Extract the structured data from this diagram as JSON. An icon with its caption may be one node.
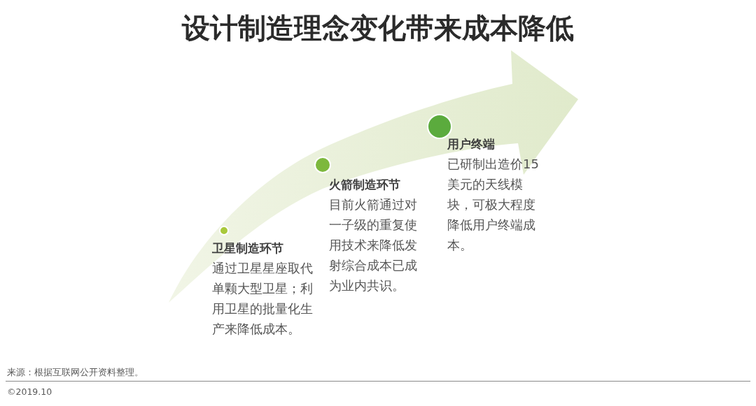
{
  "diagram": {
    "title": "设计制造理念变化带来成本降低",
    "nodes": [
      {
        "text": [],
        "shape": "circle",
        "beside": [
          "卫星制造环节",
          "通过卫星星座取代单颗大型卫星；利用卫星的批量化生产来降低成本。"
        ]
      },
      {
        "text": [],
        "shape": "circle",
        "beside": [
          "火箭制造环节",
          "目前火箭通过对一子级的重复使用技术来降低发射综合成本已成为业内共识。"
        ]
      },
      {
        "text": [],
        "shape": "circle",
        "beside": [
          "用户终端",
          "已研制出造价15美元的天线模块，可极大程度降低用户终端成本。"
        ]
      }
    ],
    "labels": [
      "来源：根据互联网公开资料整理。",
      "©2019.10"
    ]
  }
}
